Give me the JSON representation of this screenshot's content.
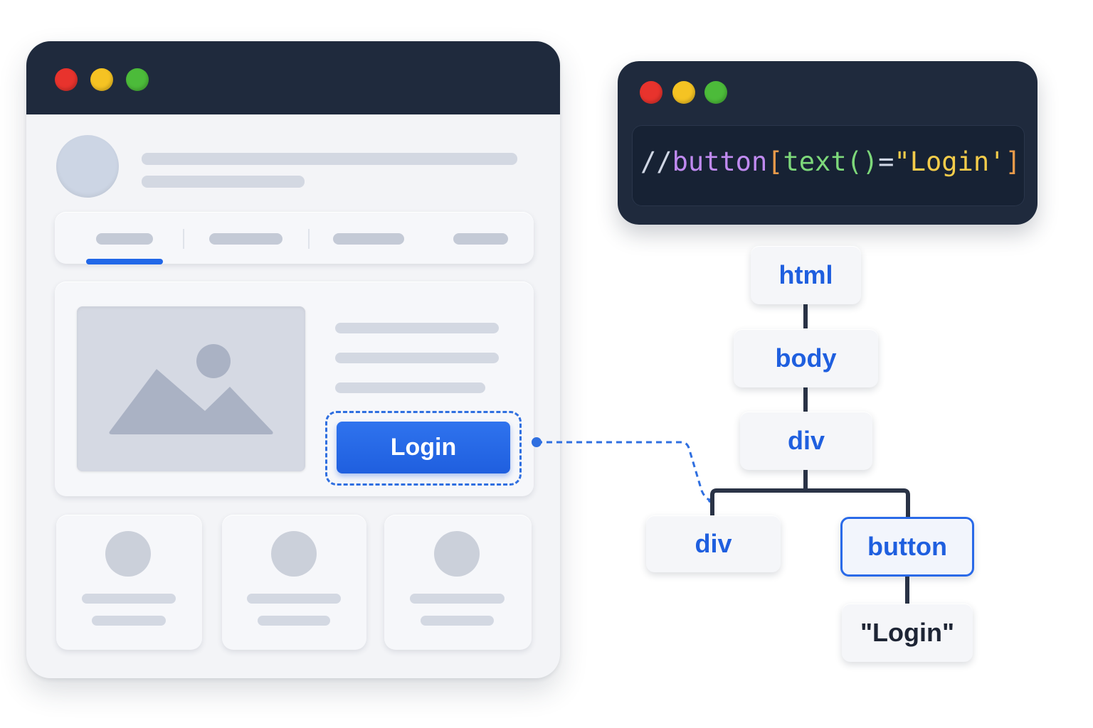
{
  "xpath": {
    "slashes": "//",
    "tag": "button",
    "open_bracket": "[",
    "func": "text()",
    "equals": "=",
    "value": "\"Login'",
    "close_bracket": "]"
  },
  "browser": {
    "login_button_label": "Login"
  },
  "tree": {
    "root": "html",
    "body": "body",
    "div": "div",
    "child_div": "div",
    "button": "button",
    "text_node": "\"Login\""
  },
  "colors": {
    "accent": "#1f5fdf",
    "window_dark": "#1f2a3d",
    "traffic_red": "#e8332d",
    "traffic_yellow": "#f5c323",
    "traffic_green": "#4cbb3a",
    "code_slashes": "#cfd6e4",
    "code_tag": "#c08af0",
    "code_bracket": "#e89a4a",
    "code_func": "#7dd87a",
    "code_string": "#f4cc4a"
  },
  "icons": [
    "image-placeholder-icon",
    "avatar-placeholder-icon"
  ]
}
